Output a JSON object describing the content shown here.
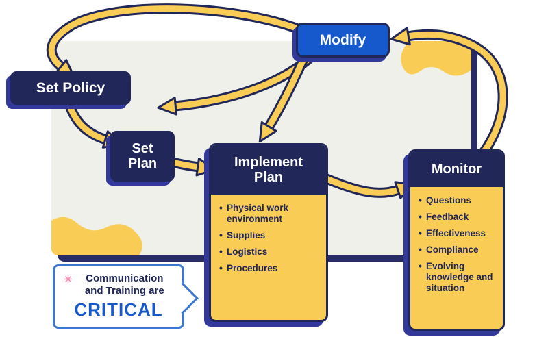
{
  "diagram": {
    "nodes": {
      "set_policy": {
        "label": "Set Policy"
      },
      "set_plan": {
        "label": "Set Plan"
      },
      "implement_plan": {
        "label": "Implement Plan",
        "items": [
          "Physical work environment",
          "Supplies",
          "Logistics",
          "Procedures"
        ]
      },
      "monitor": {
        "label": "Monitor",
        "items": [
          "Questions",
          "Feedback",
          "Effectiveness",
          "Compliance",
          "Evolving knowledge and situation"
        ]
      },
      "modify": {
        "label": "Modify"
      }
    },
    "edges": [
      {
        "from": "Modify",
        "to": "Set Policy"
      },
      {
        "from": "Set Policy",
        "to": "Set Plan"
      },
      {
        "from": "Set Plan",
        "to": "Implement Plan"
      },
      {
        "from": "Implement Plan",
        "to": "Monitor"
      },
      {
        "from": "Monitor",
        "to": "Modify"
      },
      {
        "from": "Modify",
        "to": "Set Plan"
      },
      {
        "from": "Modify",
        "to": "Implement Plan"
      }
    ],
    "note": {
      "asterisk": "✳",
      "text": "Communication and Training are",
      "emphasis": "CRITICAL"
    },
    "colors": {
      "navy": "#212759",
      "blue": "#1659cc",
      "yellow": "#f9cd55",
      "panel_gray": "#eef0e9",
      "shadow_blue": "#33399b",
      "note_border_blue": "#3a77d2",
      "asterisk_pink": "#f08bab"
    }
  }
}
